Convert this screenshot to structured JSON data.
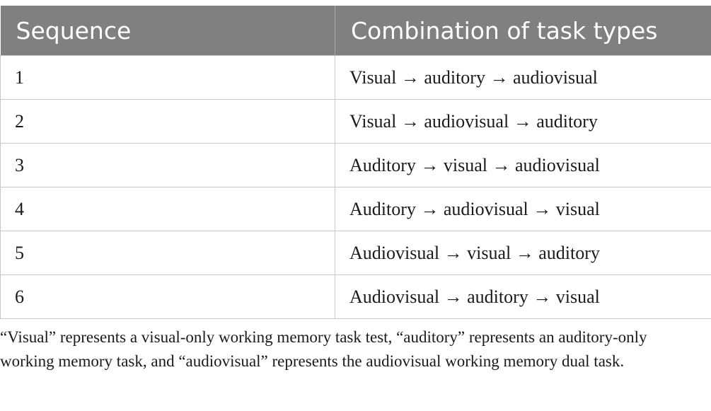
{
  "table": {
    "headers": [
      "Sequence",
      "Combination of task types"
    ],
    "rows": [
      {
        "sequence": "1",
        "combination": "Visual → auditory → audiovisual"
      },
      {
        "sequence": "2",
        "combination": "Visual → audiovisual → auditory"
      },
      {
        "sequence": "3",
        "combination": "Auditory → visual → audiovisual"
      },
      {
        "sequence": "4",
        "combination": "Auditory → audiovisual → visual"
      },
      {
        "sequence": "5",
        "combination": "Audiovisual → visual → auditory"
      },
      {
        "sequence": "6",
        "combination": "Audiovisual → auditory → visual"
      }
    ]
  },
  "footnote": "“Visual” represents a visual-only working memory task test, “auditory” represents an auditory-only working memory task, and “audiovisual” represents the audiovisual working memory dual task.",
  "colors": {
    "header_bg": "#808080",
    "header_text": "#ffffff",
    "border": "#c8c8c8"
  }
}
